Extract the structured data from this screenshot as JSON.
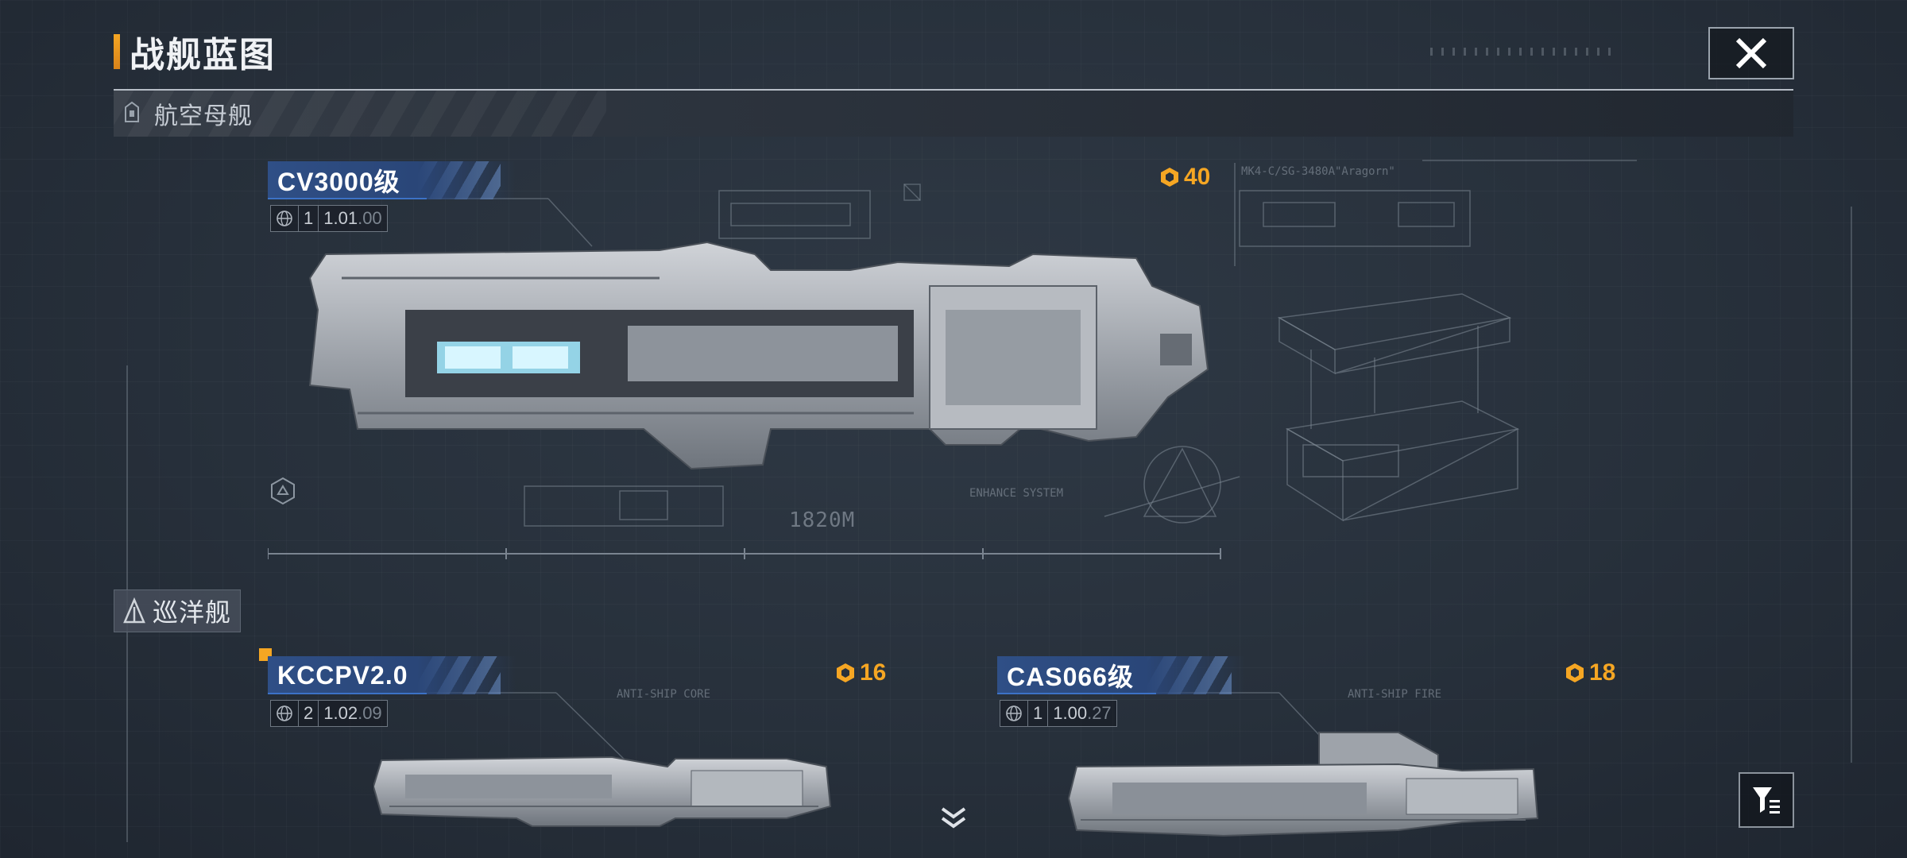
{
  "header": {
    "title": "战舰蓝图"
  },
  "sections": [
    {
      "label": "航空母舰"
    },
    {
      "label": "巡洋舰"
    }
  ],
  "ships": [
    {
      "name": "CV3000级",
      "tier": "1",
      "stat": "1.01",
      "stat_dim": ".00",
      "power": "40",
      "length": "1820M"
    },
    {
      "name": "KCCPV2.0",
      "tier": "2",
      "stat": "1.02",
      "stat_dim": ".09",
      "power": "16"
    },
    {
      "name": "CAS066级",
      "tier": "1",
      "stat": "1.00",
      "stat_dim": ".27",
      "power": "18"
    }
  ],
  "colors": {
    "accent": "#f5a623",
    "tag_blue": "#2f4f86",
    "background": "#27303b"
  },
  "icons": {
    "close": "close-icon",
    "filter": "filter-icon",
    "scroll": "chevron-down-icon",
    "power": "power-icon",
    "globe": "globe-icon"
  }
}
